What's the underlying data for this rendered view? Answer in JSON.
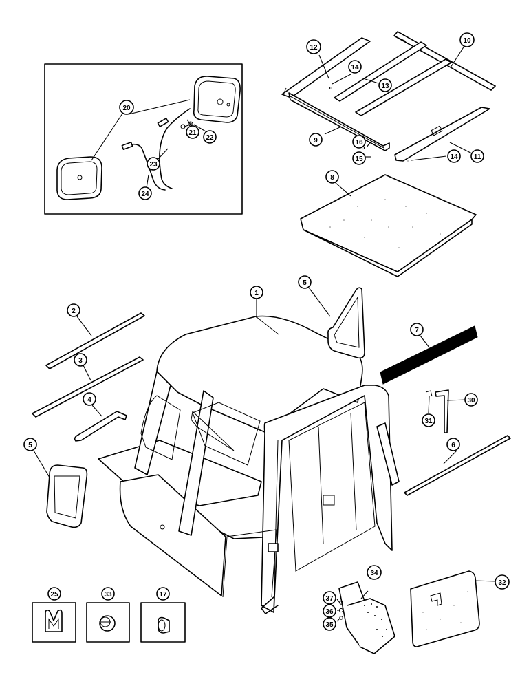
{
  "callouts": [
    {
      "id": "c1",
      "label": "1"
    },
    {
      "id": "c2",
      "label": "2"
    },
    {
      "id": "c3",
      "label": "3"
    },
    {
      "id": "c4",
      "label": "4"
    },
    {
      "id": "c5a",
      "label": "5"
    },
    {
      "id": "c5b",
      "label": "5"
    },
    {
      "id": "c6",
      "label": "6"
    },
    {
      "id": "c7",
      "label": "7"
    },
    {
      "id": "c8",
      "label": "8"
    },
    {
      "id": "c9",
      "label": "9"
    },
    {
      "id": "c10",
      "label": "10"
    },
    {
      "id": "c11",
      "label": "11"
    },
    {
      "id": "c12",
      "label": "12"
    },
    {
      "id": "c13",
      "label": "13"
    },
    {
      "id": "c14a",
      "label": "14"
    },
    {
      "id": "c14b",
      "label": "14"
    },
    {
      "id": "c15",
      "label": "15"
    },
    {
      "id": "c16",
      "label": "16"
    },
    {
      "id": "c17",
      "label": "17"
    },
    {
      "id": "c20",
      "label": "20"
    },
    {
      "id": "c21",
      "label": "21"
    },
    {
      "id": "c22",
      "label": "22"
    },
    {
      "id": "c23",
      "label": "23"
    },
    {
      "id": "c24",
      "label": "24"
    },
    {
      "id": "c25",
      "label": "25"
    },
    {
      "id": "c30",
      "label": "30"
    },
    {
      "id": "c31",
      "label": "31"
    },
    {
      "id": "c32",
      "label": "32"
    },
    {
      "id": "c33",
      "label": "33"
    },
    {
      "id": "c34",
      "label": "34"
    },
    {
      "id": "c35",
      "label": "35"
    },
    {
      "id": "c36",
      "label": "36"
    },
    {
      "id": "c37",
      "label": "37"
    }
  ]
}
